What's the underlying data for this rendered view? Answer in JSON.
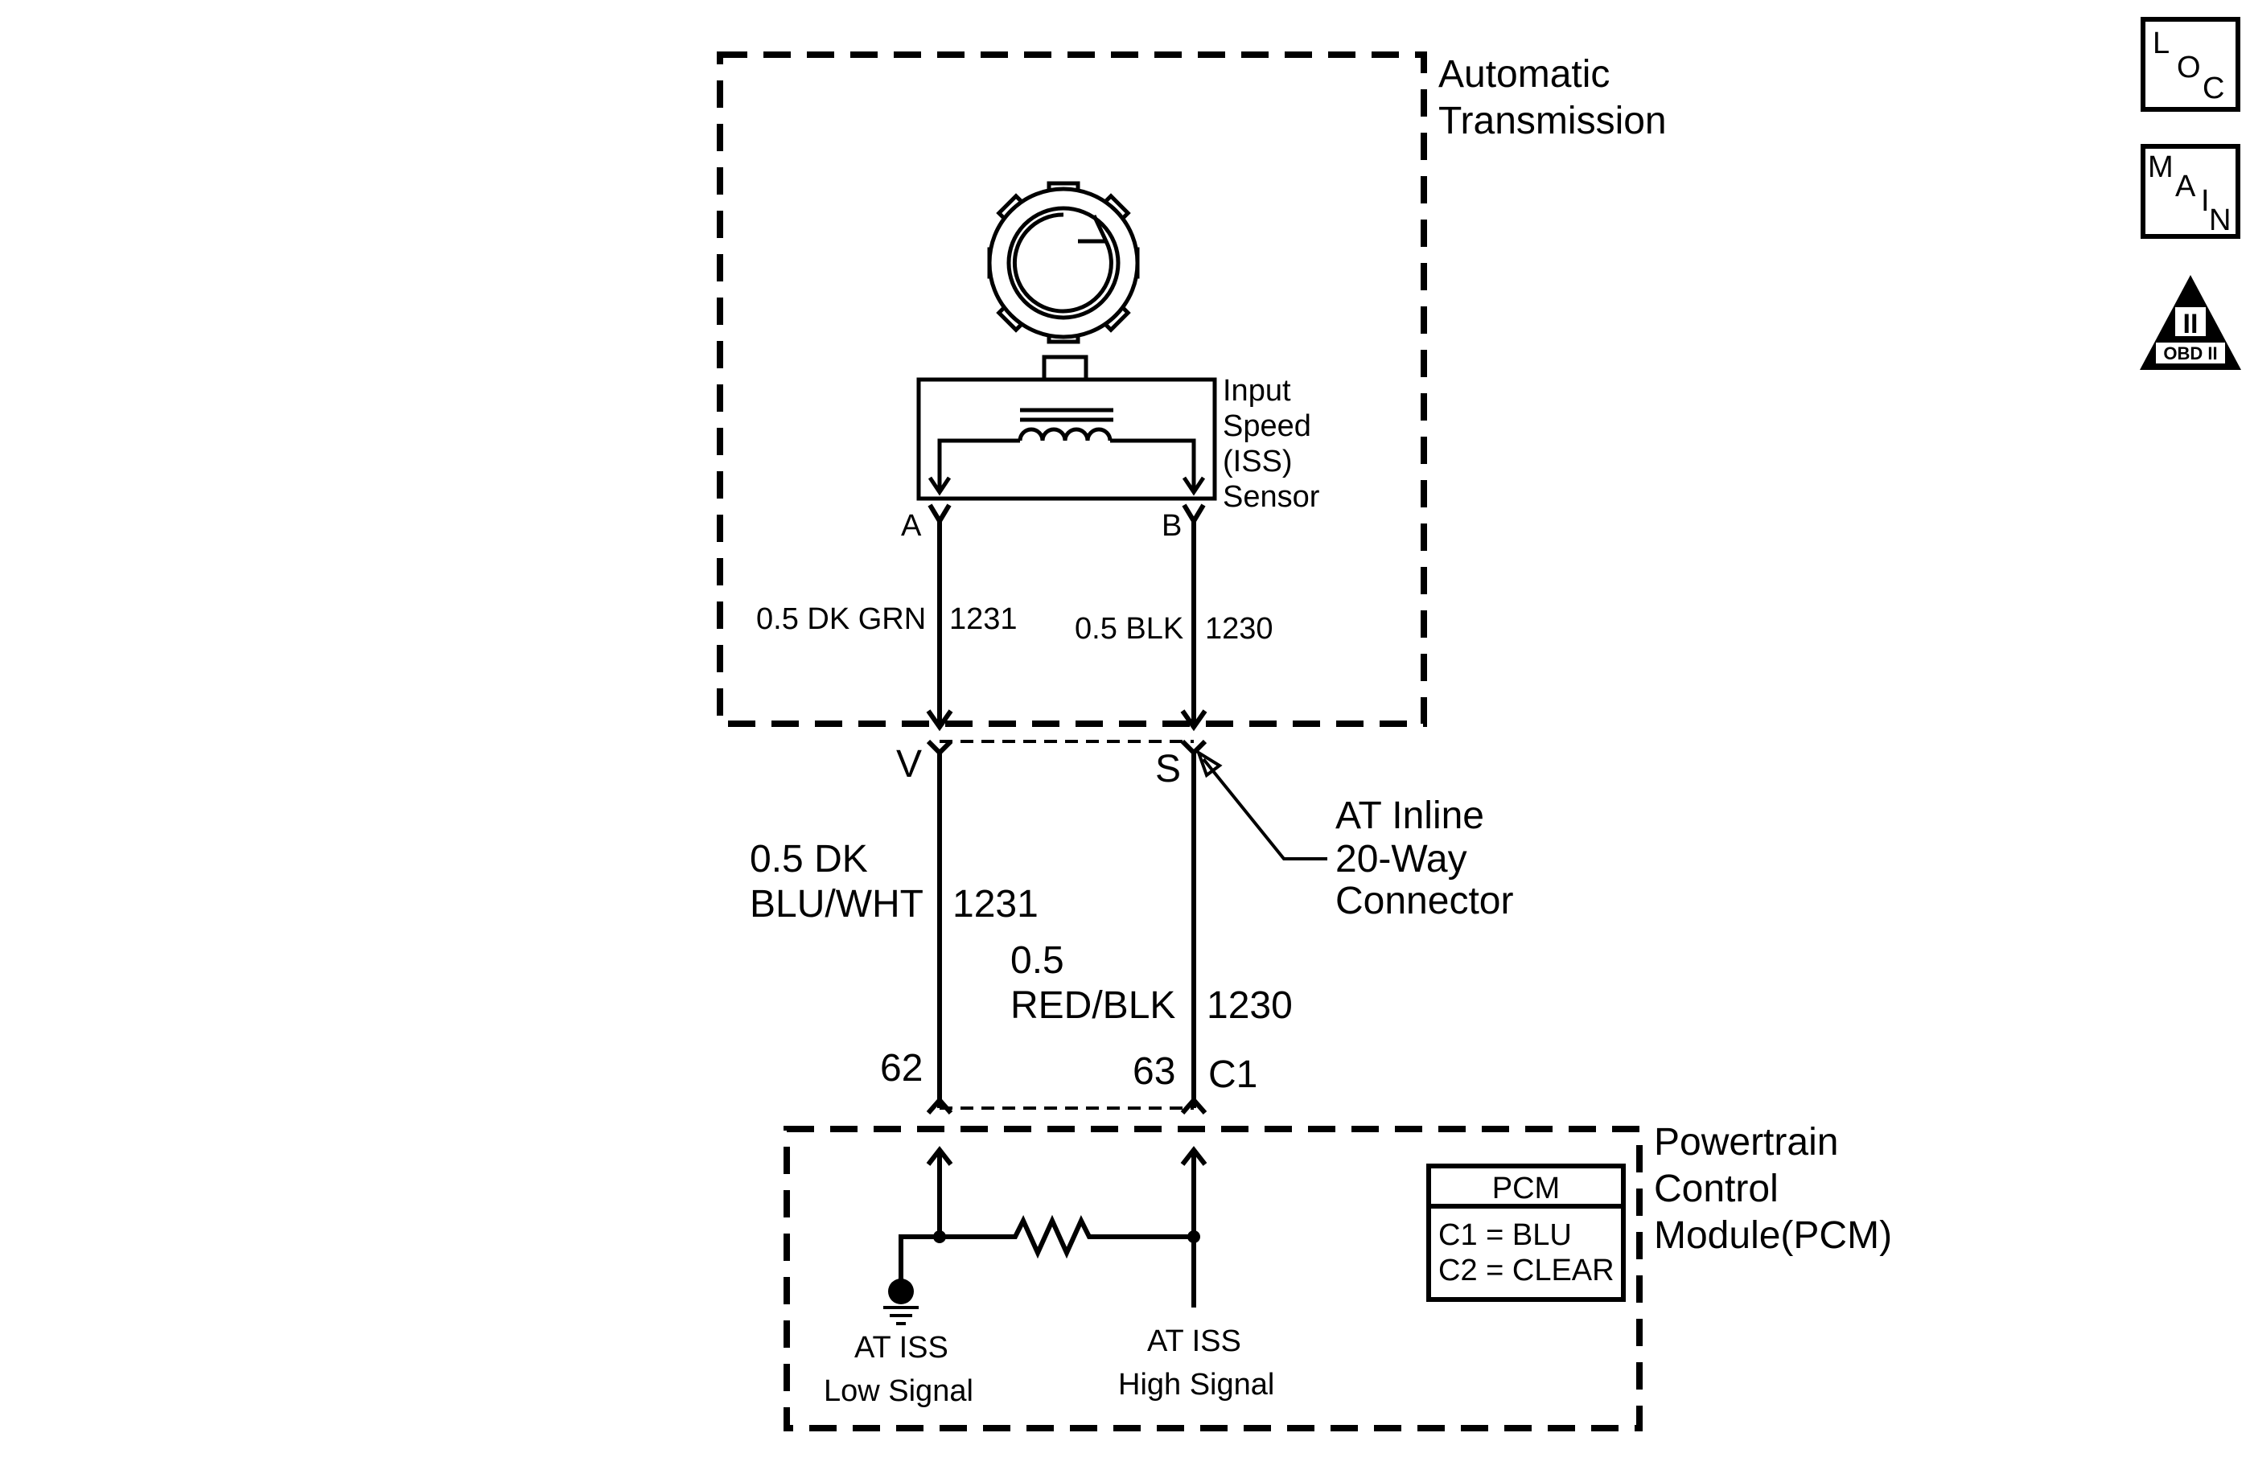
{
  "transmission": {
    "title_line1": "Automatic",
    "title_line2": "Transmission",
    "sensor_line1": "Input",
    "sensor_line2": "Speed",
    "sensor_line3": "(ISS)",
    "sensor_line4": "Sensor",
    "pin_a": "A",
    "pin_b": "B",
    "wire_a_color": "0.5 DK GRN",
    "wire_a_circuit": "1231",
    "wire_b_color": "0.5 BLK",
    "wire_b_circuit": "1230"
  },
  "connector": {
    "pin_v": "V",
    "pin_s": "S",
    "name_line1": "AT Inline",
    "name_line2": "20-Way",
    "name_line3": "Connector"
  },
  "harness": {
    "wire_v_line1": "0.5 DK",
    "wire_v_line2": "BLU/WHT",
    "wire_v_circuit": "1231",
    "wire_s_line1": "0.5",
    "wire_s_line2": "RED/BLK",
    "wire_s_circuit": "1230",
    "pin_62": "62",
    "pin_63": "63",
    "connector_c1": "C1"
  },
  "pcm": {
    "name_line1": "Powertrain",
    "name_line2": "Control",
    "name_line3": "Module(PCM)",
    "legend_title": "PCM",
    "legend_c1": "C1 = BLU",
    "legend_c2": "C2 = CLEAR",
    "low_line1": "AT ISS",
    "low_line2": "Low Signal",
    "high_line1": "AT ISS",
    "high_line2": "High Signal"
  },
  "nav_icons": {
    "loc_l": "L",
    "loc_o": "O",
    "loc_c": "C",
    "main_m": "M",
    "main_a": "A",
    "main_i": "I",
    "main_n": "N",
    "obd_numeral": "II",
    "obd_label": "OBD II"
  }
}
